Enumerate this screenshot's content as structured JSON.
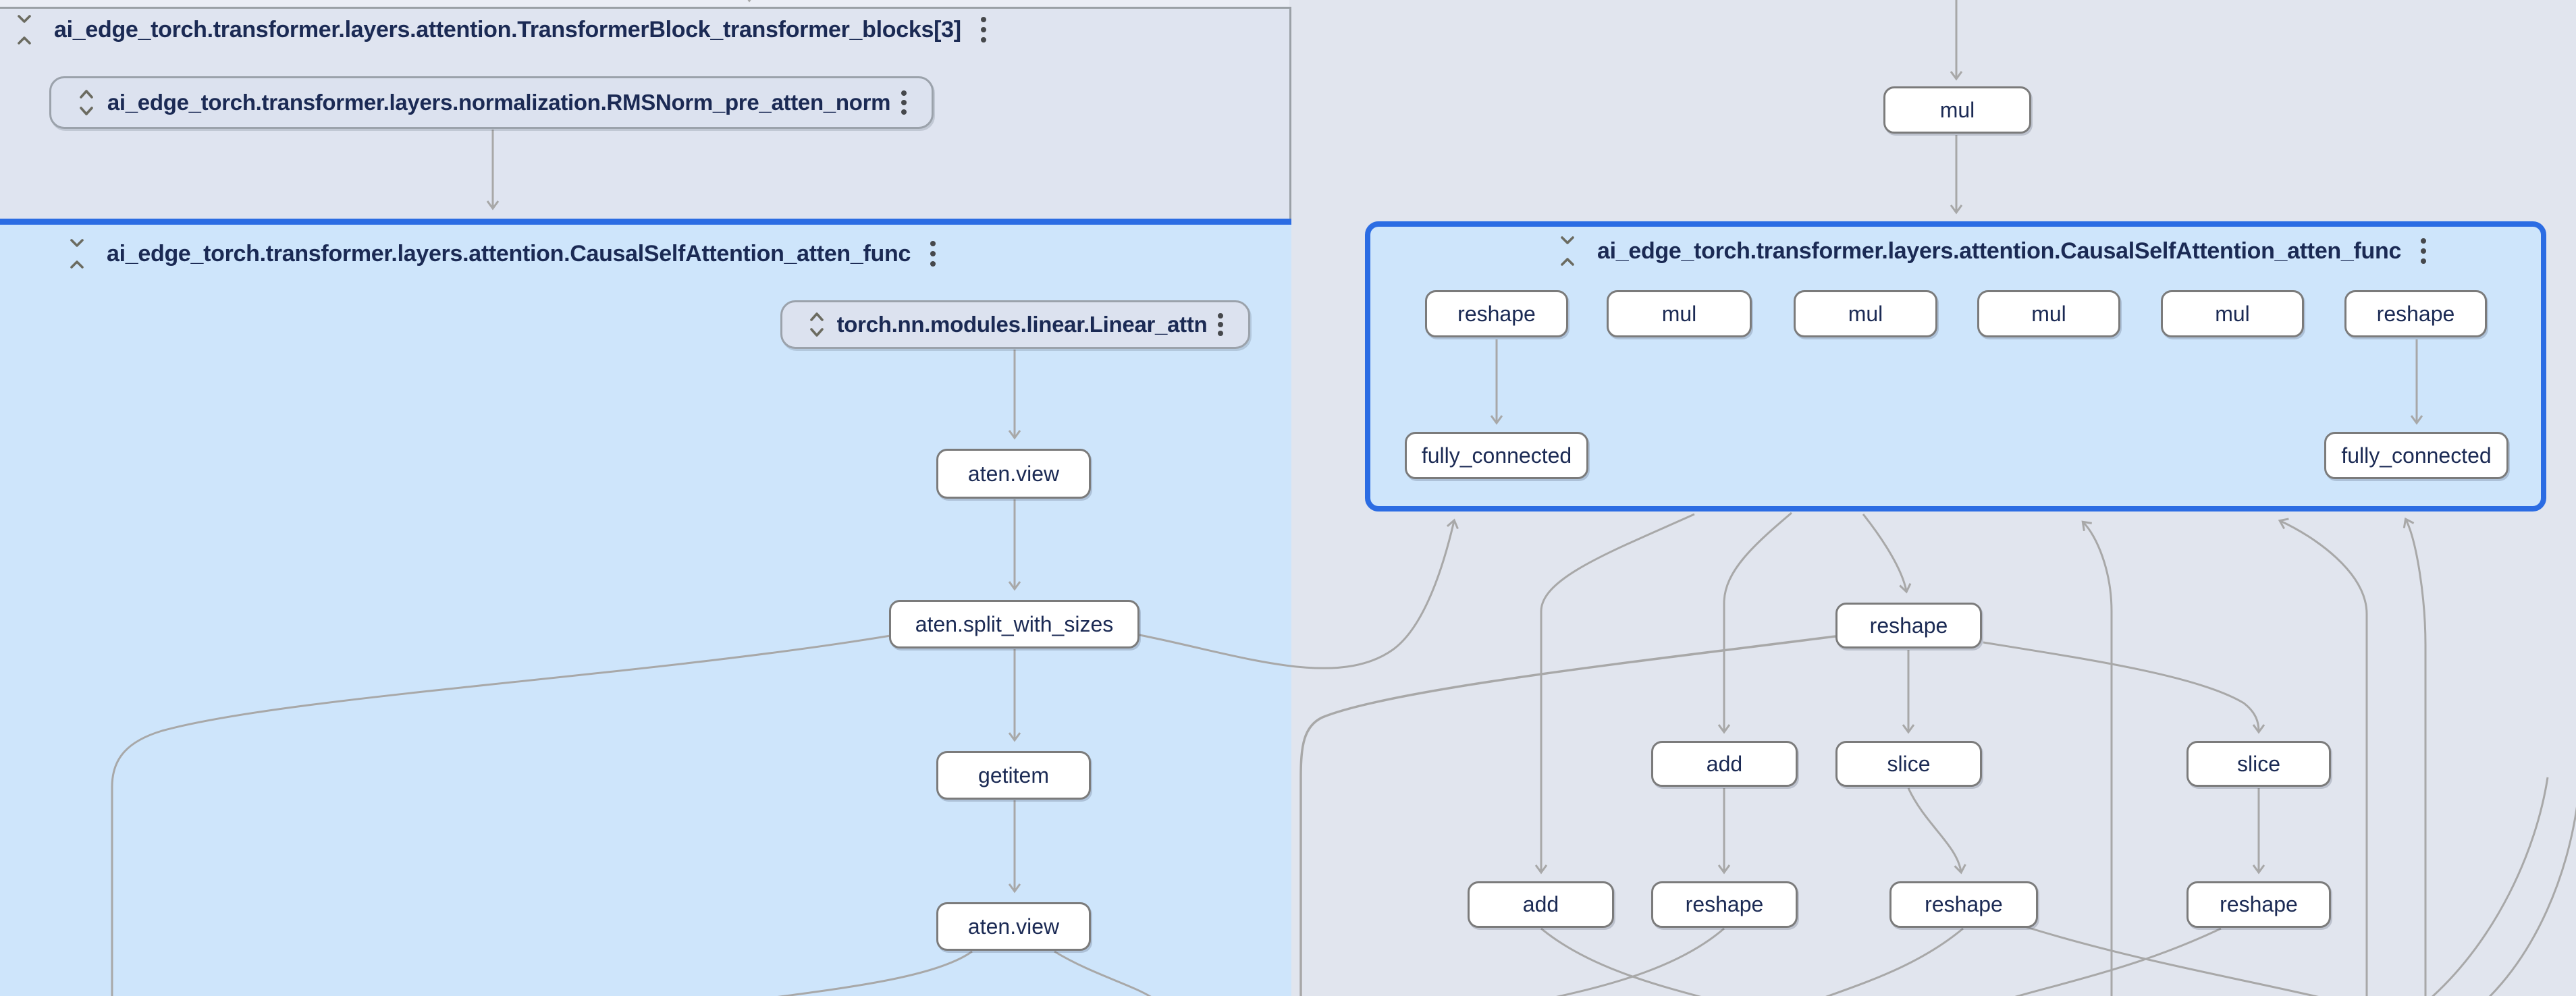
{
  "groups": {
    "transformer_block": {
      "title": "ai_edge_torch.transformer.layers.attention.TransformerBlock_transformer_blocks[3]"
    },
    "rms_norm": {
      "title": "ai_edge_torch.transformer.layers.normalization.RMSNorm_pre_atten_norm"
    },
    "causal_left": {
      "title": "ai_edge_torch.transformer.layers.attention.CausalSelfAttention_atten_func"
    },
    "linear_attn": {
      "title": "torch.nn.modules.linear.Linear_attn"
    },
    "causal_right": {
      "title": "ai_edge_torch.transformer.layers.attention.CausalSelfAttention_atten_func"
    }
  },
  "ops": [
    {
      "label": "aten.view"
    },
    {
      "label": "aten.split_with_sizes"
    },
    {
      "label": "getitem"
    },
    {
      "label": "aten.view"
    },
    {
      "label": "mul"
    },
    {
      "label": "reshape"
    },
    {
      "label": "mul"
    },
    {
      "label": "mul"
    },
    {
      "label": "mul"
    },
    {
      "label": "mul"
    },
    {
      "label": "reshape"
    },
    {
      "label": "fully_connected"
    },
    {
      "label": "fully_connected"
    },
    {
      "label": "reshape"
    },
    {
      "label": "add"
    },
    {
      "label": "slice"
    },
    {
      "label": "slice"
    },
    {
      "label": "add"
    },
    {
      "label": "reshape"
    },
    {
      "label": "reshape"
    },
    {
      "label": "reshape"
    }
  ],
  "colors": {
    "selected_border": "#2b6ce3",
    "selected_fill": "#cee5fb",
    "group_fill": "#dfe4f0",
    "root_background": "#e1e5ee",
    "node_fill": "#ffffff",
    "node_border": "#7b7b7b",
    "edge": "#a8a8a8",
    "label_text": "#1b2a54"
  }
}
